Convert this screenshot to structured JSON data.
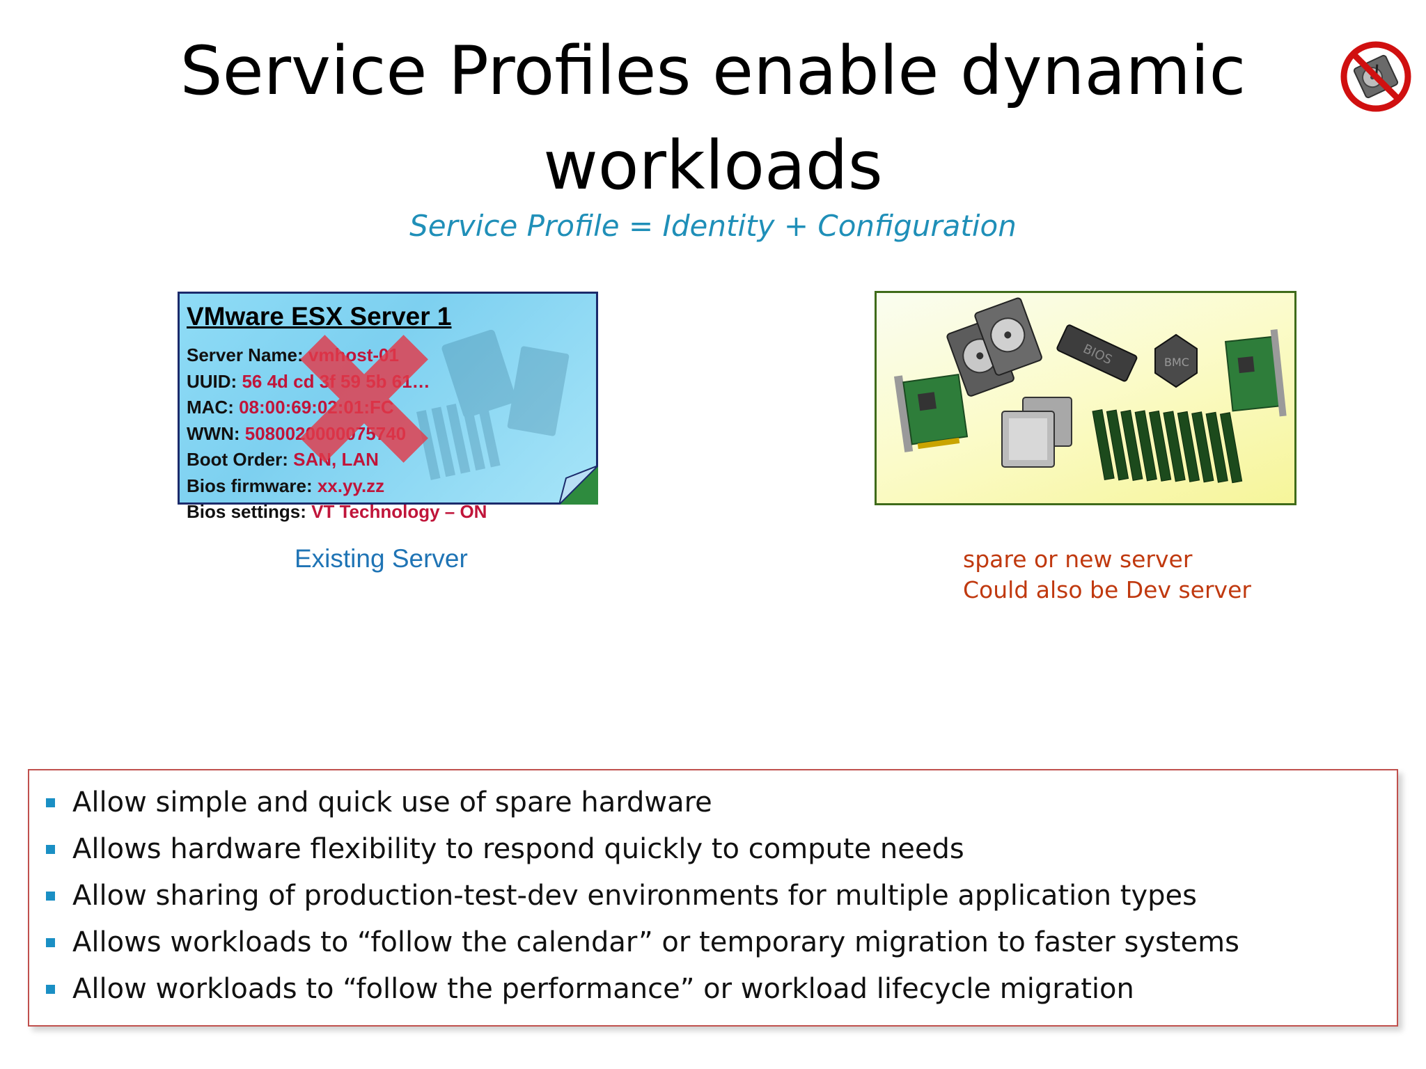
{
  "slide": {
    "title_line1": "Service Profiles enable dynamic",
    "title_line2": "workloads",
    "subtitle": "Service Profile = Identity + Configuration"
  },
  "no_hdd_icon": "no-hard-drive-icon",
  "existing_server": {
    "profile_title": "VMware ESX Server 1",
    "fields": [
      {
        "label": "Server Name: ",
        "value": "vmhost-01"
      },
      {
        "label": "UUID: ",
        "value": "56 4d cd 3f 59 5b 61…"
      },
      {
        "label": "MAC: ",
        "value": "08:00:69:02:01:FC"
      },
      {
        "label": "WWN: ",
        "value": "5080020000075740"
      },
      {
        "label": "Boot Order: ",
        "value": "SAN, LAN"
      },
      {
        "label": "Bios firmware: ",
        "value": "xx.yy.zz"
      },
      {
        "label": "Bios settings: ",
        "value": "VT Technology –  ON"
      }
    ],
    "caption": "Existing Server"
  },
  "spare_server": {
    "caption_line1": "spare or new server",
    "caption_line2": "Could also be Dev server"
  },
  "benefits": [
    "Allow simple and quick use of spare hardware",
    "Allows hardware flexibility to respond quickly to compute needs",
    "Allow sharing of production-test-dev environments for multiple application types",
    "Allows workloads to “follow the calendar” or temporary migration to faster systems",
    "Allow workloads to “follow the performance” or workload lifecycle migration"
  ],
  "colors": {
    "subtitle": "#1f8fb8",
    "field_value": "#c0153a",
    "caption_existing": "#1f74b5",
    "caption_spare": "#c0390f",
    "benefits_border": "#c0504d",
    "bullet": "#1a8fc4",
    "x_mark": "#e23a4a"
  }
}
